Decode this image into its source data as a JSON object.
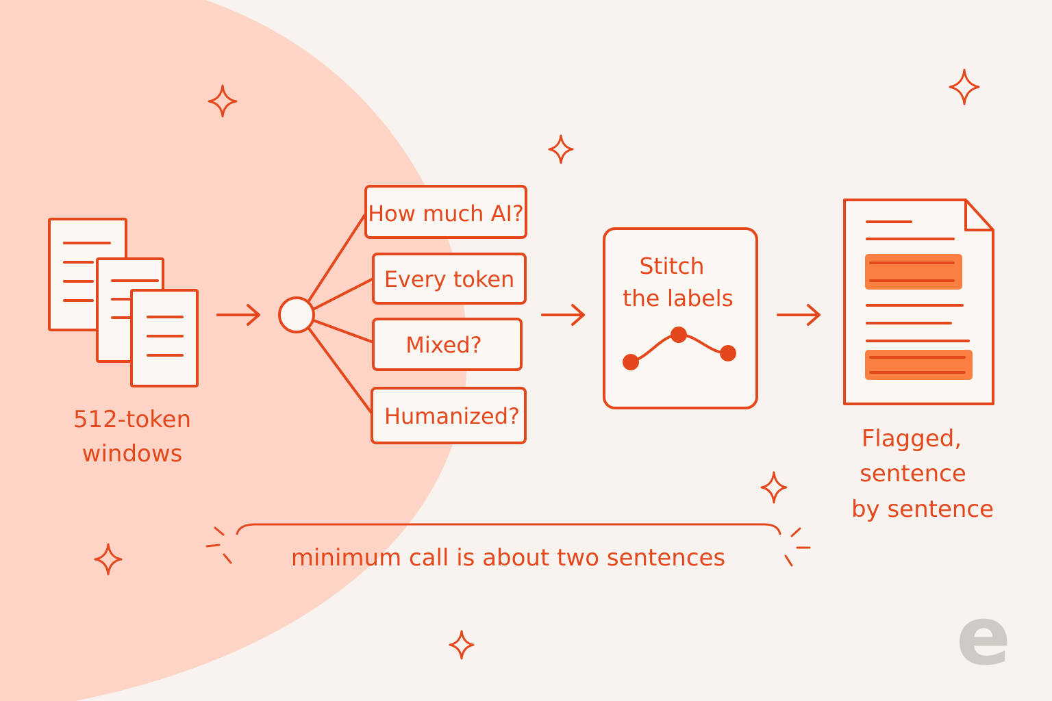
{
  "colors": {
    "background": "#f8f3ee",
    "blob": "#fdd4c6",
    "ink": "#e5471c",
    "highlight": "#f97f43",
    "paper": "#fbf7f2",
    "logo": "#cfcac5"
  },
  "input": {
    "label_line1": "512-token",
    "label_line2": "windows"
  },
  "questions": [
    "How much AI?",
    "Every token",
    "Mixed?",
    "Humanized?"
  ],
  "stitch": {
    "line1": "Stitch",
    "line2": "the labels"
  },
  "output": {
    "label_line1": "Flagged,",
    "label_line2": "sentence",
    "label_line3": "by sentence"
  },
  "footnote": "minimum call is about two sentences",
  "logo": {
    "glyph": "e",
    "icon": "brand-e-logo"
  }
}
